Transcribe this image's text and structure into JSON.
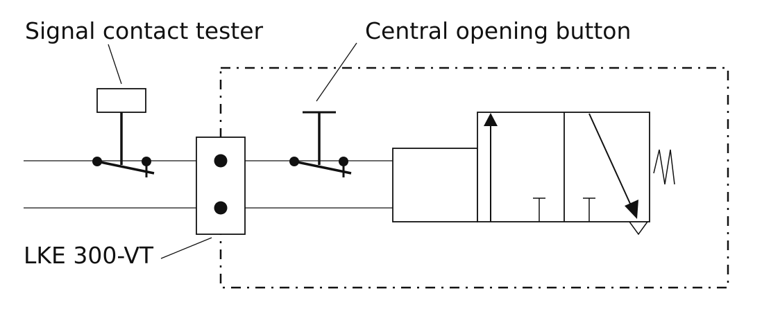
{
  "labels": {
    "signal_contact_tester": "Signal contact tester",
    "central_opening_button": "Central opening button",
    "lke_model": "LKE 300-VT"
  },
  "colors": {
    "line": "#111111",
    "background": "#ffffff"
  }
}
